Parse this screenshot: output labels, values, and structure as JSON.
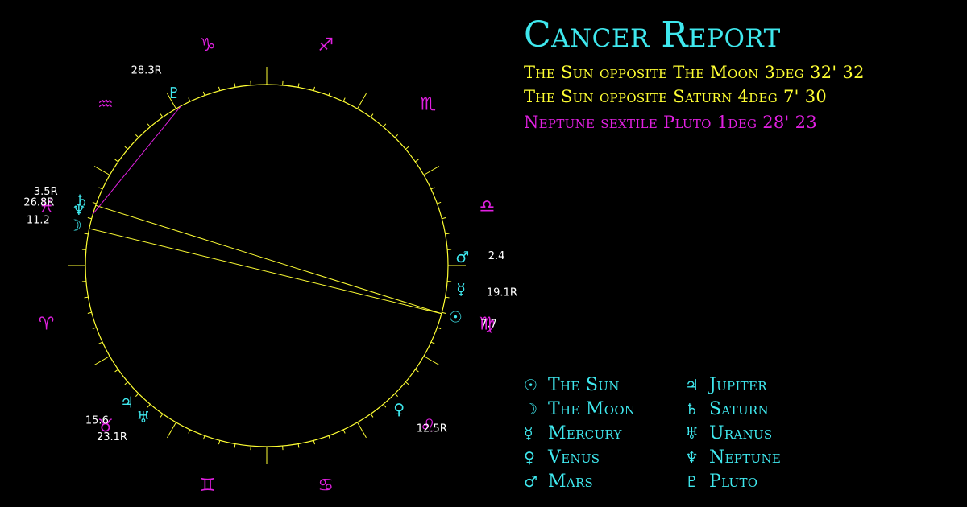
{
  "colors": {
    "background": "#000000",
    "cyan": "#3fe8ee",
    "yellow": "#ffff33",
    "magenta": "#e020e0",
    "white": "#ffffff"
  },
  "report": {
    "title": "Cancer Report",
    "aspects": [
      {
        "text": "The Sun opposite The Moon 3deg 32' 32",
        "color": "#ffff33"
      },
      {
        "text": "The Sun opposite Saturn 4deg 7' 30",
        "color": "#ffff33"
      },
      {
        "text": "Neptune sextile Pluto 1deg 28' 23",
        "color": "#e020e0"
      }
    ]
  },
  "legend": [
    {
      "glyph": "☉",
      "icon": "sun-icon",
      "label": "The Sun"
    },
    {
      "glyph": "☽",
      "icon": "moon-icon",
      "label": "The Moon"
    },
    {
      "glyph": "☿",
      "icon": "mercury-icon",
      "label": "Mercury"
    },
    {
      "glyph": "♀",
      "icon": "venus-icon",
      "label": "Venus"
    },
    {
      "glyph": "♂",
      "icon": "mars-icon",
      "label": "Mars"
    },
    {
      "glyph": "♃",
      "icon": "jupiter-icon",
      "label": "Jupiter"
    },
    {
      "glyph": "♄",
      "icon": "saturn-icon",
      "label": "Saturn"
    },
    {
      "glyph": "♅",
      "icon": "uranus-icon",
      "label": "Uranus"
    },
    {
      "glyph": "♆",
      "icon": "neptune-icon",
      "label": "Neptune"
    },
    {
      "glyph": "♇",
      "icon": "pluto-icon",
      "label": "Pluto"
    }
  ],
  "chart": {
    "zodiac_signs": [
      {
        "glyph": "♈",
        "icon": "aries-icon",
        "angle": 195
      },
      {
        "glyph": "♉",
        "icon": "taurus-icon",
        "angle": 225
      },
      {
        "glyph": "♊",
        "icon": "gemini-icon",
        "angle": 255
      },
      {
        "glyph": "♋",
        "icon": "cancer-icon",
        "angle": 285
      },
      {
        "glyph": "♌",
        "icon": "leo-icon",
        "angle": 315
      },
      {
        "glyph": "♍",
        "icon": "virgo-icon",
        "angle": 345
      },
      {
        "glyph": "♎",
        "icon": "libra-icon",
        "angle": 15
      },
      {
        "glyph": "♏",
        "icon": "scorpio-icon",
        "angle": 45
      },
      {
        "glyph": "♐",
        "icon": "sagittarius-icon",
        "angle": 75
      },
      {
        "glyph": "♑",
        "icon": "capricorn-icon",
        "angle": 105
      },
      {
        "glyph": "♒",
        "icon": "aquarius-icon",
        "angle": 135
      },
      {
        "glyph": "♓",
        "icon": "pisces-icon",
        "angle": 165
      }
    ],
    "planets": [
      {
        "name": "sun",
        "glyph": "☉",
        "degree": "7.7",
        "angle": 344.6
      },
      {
        "name": "moon",
        "glyph": "☽",
        "degree": "11.2",
        "angle": 168.2
      },
      {
        "name": "mercury",
        "glyph": "☿",
        "degree": "19.1R",
        "angle": 352.9
      },
      {
        "name": "venus",
        "glyph": "♀",
        "degree": "12.5R",
        "angle": 312.5
      },
      {
        "name": "mars",
        "glyph": "♂",
        "degree": "2.4",
        "angle": 2.4
      },
      {
        "name": "jupiter",
        "glyph": "♃",
        "degree": "15.6",
        "angle": 224.5
      },
      {
        "name": "saturn",
        "glyph": "♄",
        "degree": "3.5R",
        "angle": 160.6
      },
      {
        "name": "uranus",
        "glyph": "♅",
        "degree": "23.1R",
        "angle": 231.0
      },
      {
        "name": "neptune",
        "glyph": "♆",
        "degree": "26.8R",
        "angle": 163.5
      },
      {
        "name": "pluto",
        "glyph": "♇",
        "degree": "28.3R",
        "angle": 118.3
      }
    ],
    "aspect_lines": [
      {
        "from": "sun",
        "to": "moon",
        "color": "#ffff33"
      },
      {
        "from": "sun",
        "to": "saturn",
        "color": "#ffff33"
      },
      {
        "from": "neptune",
        "to": "pluto",
        "color": "#e020e0"
      }
    ]
  }
}
